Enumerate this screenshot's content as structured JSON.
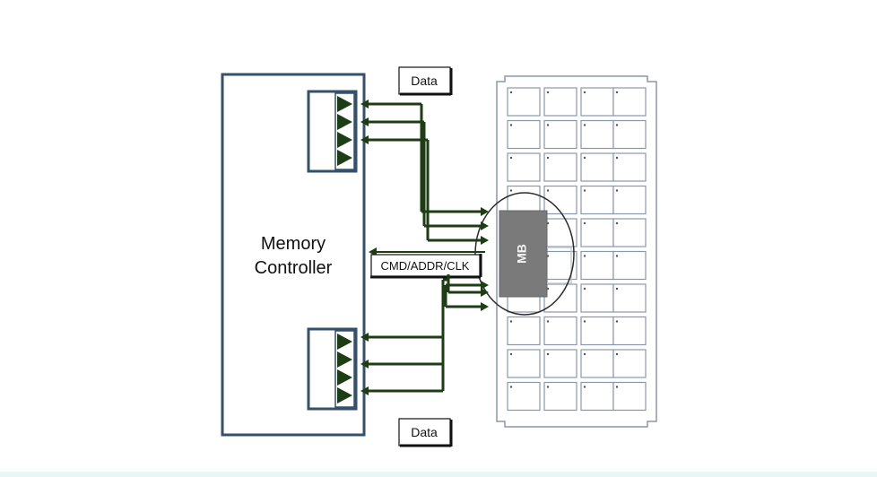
{
  "controller": {
    "line1": "Memory",
    "line2": "Controller"
  },
  "labels": {
    "data_top": "Data",
    "data_bottom": "Data",
    "cmd": "CMD/ADDR/CLK",
    "mb": "MB"
  },
  "colors": {
    "controller_border": "#35506a",
    "bus": "#1e3d14",
    "chip_outline": "#8898aa",
    "mb_fill": "#7a7a7a"
  }
}
